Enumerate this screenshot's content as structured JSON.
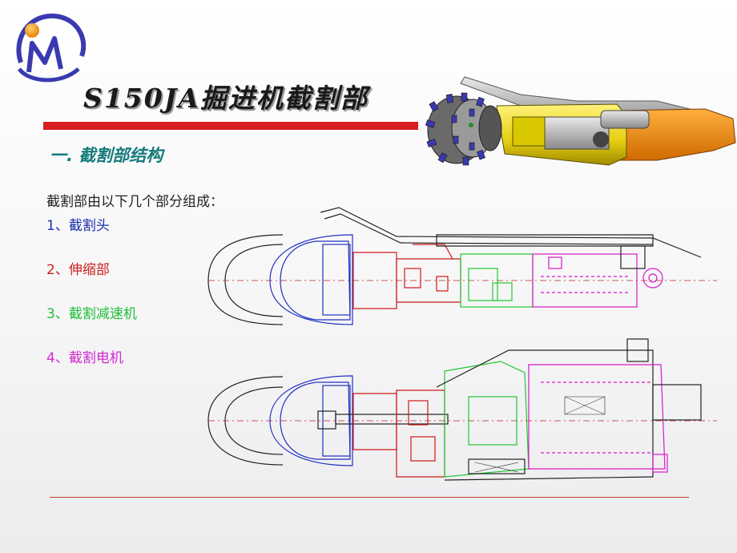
{
  "title": "S150JA掘进机截割部",
  "section_heading": "一. 截割部结构",
  "intro": "截割部由以下几个部分组成：",
  "components": [
    {
      "label": "1、截割头",
      "color": "#1a2fb0"
    },
    {
      "label": "2、伸缩部",
      "color": "#cc1f1f"
    },
    {
      "label": "3、截割减速机",
      "color": "#1fbf3a"
    },
    {
      "label": "4、截割电机",
      "color": "#d22ad0"
    }
  ],
  "colors": {
    "accent_bar": "#d81e1e",
    "section_text": "#157a7a",
    "logo_blue": "#3a3ab0",
    "logo_orange": "#f0a020"
  },
  "icons": [
    "company-logo-icon",
    "cutting-unit-3d-render",
    "cutting-unit-technical-drawing"
  ]
}
